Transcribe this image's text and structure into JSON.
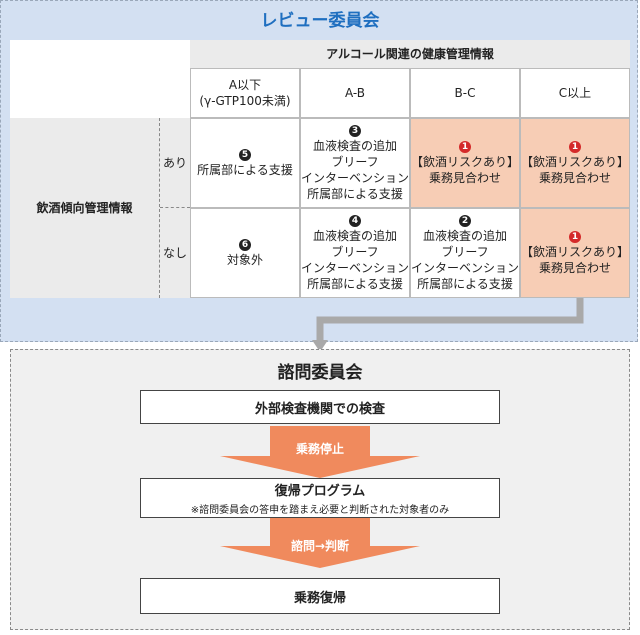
{
  "review": {
    "title": "レビュー委員会",
    "group_header": "アルコール関連の健康管理情報",
    "row_header": "飲酒傾向管理情報",
    "columns": [
      {
        "line1": "A以下",
        "line2": "(γ-GTP100未満)"
      },
      {
        "line1": "A-B"
      },
      {
        "line1": "B-C"
      },
      {
        "line1": "C以上"
      }
    ],
    "rows": [
      {
        "label": "あり",
        "cells": [
          {
            "badge": "5",
            "lines": [
              "所属部による支援"
            ],
            "highlight": false
          },
          {
            "badge": "3",
            "lines": [
              "血液検査の追加",
              "ブリーフ",
              "インターベンション",
              "所属部による支援"
            ],
            "highlight": false
          },
          {
            "badge": "1",
            "lines": [
              "【飲酒リスクあり】",
              "乗務見合わせ"
            ],
            "highlight": true
          },
          {
            "badge": "1",
            "lines": [
              "【飲酒リスクあり】",
              "乗務見合わせ"
            ],
            "highlight": true
          }
        ]
      },
      {
        "label": "なし",
        "cells": [
          {
            "badge": "6",
            "lines": [
              "対象外"
            ],
            "highlight": false
          },
          {
            "badge": "4",
            "lines": [
              "血液検査の追加",
              "ブリーフ",
              "インターベンション",
              "所属部による支援"
            ],
            "highlight": false
          },
          {
            "badge": "2",
            "lines": [
              "血液検査の追加",
              "ブリーフ",
              "インターベンション",
              "所属部による支援"
            ],
            "highlight": false
          },
          {
            "badge": "1",
            "lines": [
              "【飲酒リスクあり】",
              "乗務見合わせ"
            ],
            "highlight": true
          }
        ]
      }
    ]
  },
  "advisory": {
    "title": "諮問委員会",
    "steps": [
      "外部検査機関での検査",
      "復帰プログラム",
      "乗務復帰"
    ],
    "step2_note": "※諮問委員会の答申を踏まえ必要と判断された対象者のみ",
    "arrows": [
      "乗務停止",
      "諮問→判断"
    ]
  },
  "colors": {
    "highlight": "#f7cdb5",
    "white": "#ffffff",
    "header_gray": "#ebebeb",
    "arrow": "#f08a5d",
    "badge_red": "#d42a2a",
    "title_blue": "#1f6fc0"
  }
}
